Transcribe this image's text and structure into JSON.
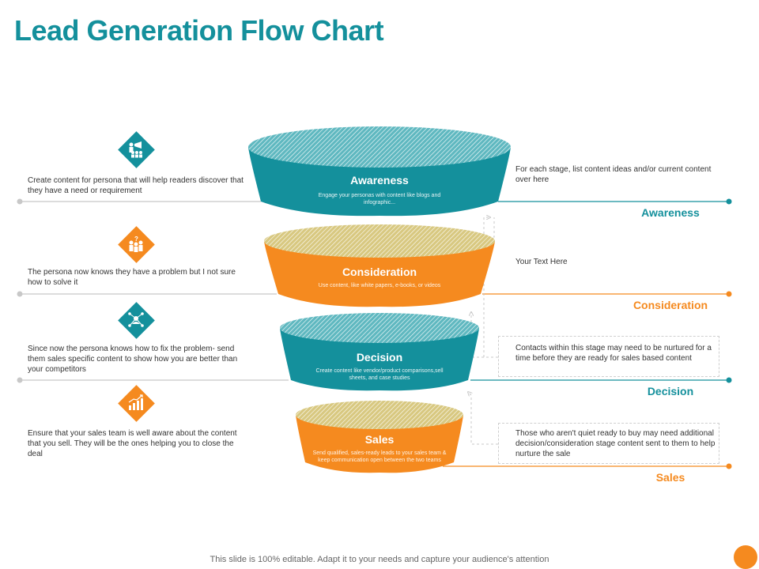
{
  "title": "Lead Generation Flow Chart",
  "colors": {
    "teal": "#14909c",
    "orange": "#f58a1f",
    "gray_line": "#c8c8c8"
  },
  "stages": [
    {
      "name": "Awareness",
      "description": "Engage your personas with content like blogs and infographic...",
      "left_text": "Create content for persona that will help readers discover that they have a need or requirement",
      "right_label": "Awareness",
      "icon": "presenter-group-icon",
      "color": "#14909c"
    },
    {
      "name": "Consideration",
      "description": "Use content, like white papers, e-books, or videos",
      "left_text": "The persona now knows they have a problem but I not sure how to solve it",
      "right_label": "Consideration",
      "icon": "question-group-icon",
      "color": "#f58a1f"
    },
    {
      "name": "Decision",
      "description": "Create content like vendor/product comparisons,sell sheets, and case studies",
      "left_text": "Since now the persona knows how to fix the problem- send them sales specific content to show how you are better than your competitors",
      "right_label": "Decision",
      "icon": "network-person-icon",
      "color": "#14909c"
    },
    {
      "name": "Sales",
      "description": "Send qualified, sales-ready leads to your sales team & keep communication open between the two teams",
      "left_text": "Ensure that your sales team is well aware about the content that you sell. They will be the ones helping you to close the deal",
      "right_label": "Sales",
      "icon": "growth-chart-icon",
      "color": "#f58a1f"
    }
  ],
  "right_notes": [
    "For each stage, list content ideas and/or current content over here",
    "Your Text Here",
    "Contacts within this stage may need to be nurtured for a time before they are ready for sales based content",
    "Those who aren't quiet ready to buy may need additional decision/consideration stage content sent to them to help nurture the sale"
  ],
  "footer": "This slide is 100% editable. Adapt it to your needs and capture your audience's attention"
}
